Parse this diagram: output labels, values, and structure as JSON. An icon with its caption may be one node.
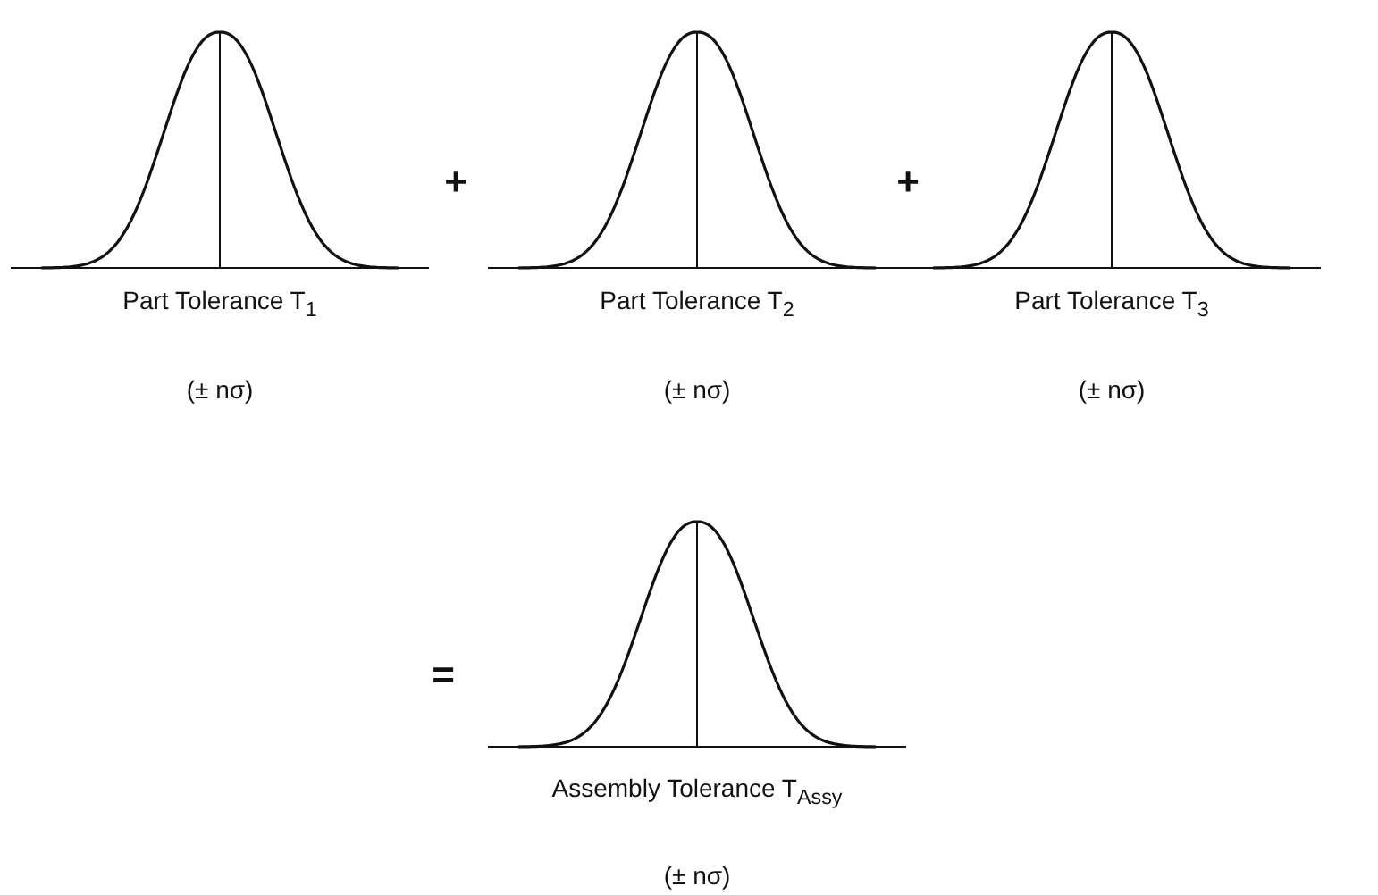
{
  "diagram": {
    "labels": [
      "+",
      "+",
      "Part Tolerance T$_{1}$",
      "Part Tolerance T$_{2}$",
      "Part Tolerance T$_{3}$",
      "(± nσ)",
      "(± nσ)",
      "(± nσ)",
      "=",
      "Assembly Tolerance T$_{Assy}$",
      "(± nσ)"
    ]
  }
}
